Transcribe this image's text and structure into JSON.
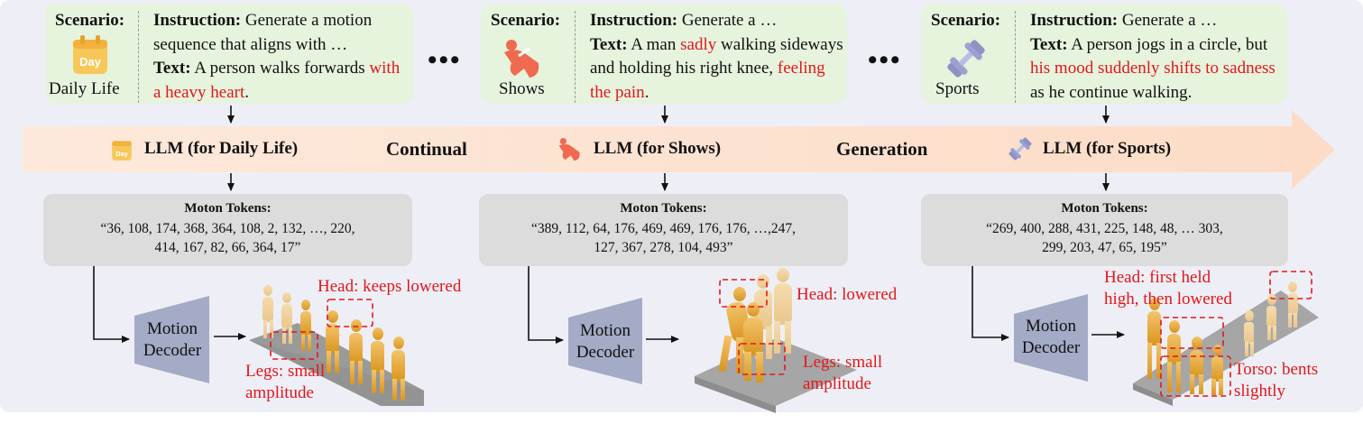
{
  "colors": {
    "highlight": "#e4161a",
    "scenario_bg": "#e6f3dd",
    "tokens_bg": "#dcdcdc",
    "arrow": "#fde3d3",
    "decoder": "#a3abc6"
  },
  "scenario_label": "Scenario:",
  "scenarios": [
    {
      "name": "Daily Life",
      "icon": "calendar-day-icon",
      "icon_text": "Day",
      "instruction_label": "Instruction:",
      "instruction": " Generate a motion sequence that aligns with …",
      "text_label": "Text:",
      "text_plain": " A person walks forwards ",
      "text_red": "with a heavy heart",
      "text_end": "."
    },
    {
      "name": "Shows",
      "icon": "dancer-icon",
      "instruction_label": "Instruction:",
      "instruction": " Generate a …",
      "text_label": "Text:",
      "text_plain": " A man ",
      "text_red": "sadly",
      "text_mid": " walking sideways and holding his right knee, ",
      "text_red2": "feeling the pain",
      "text_end": "."
    },
    {
      "name": "Sports",
      "icon": "dumbbell-icon",
      "instruction_label": "Instruction:",
      "instruction": " Generate a …",
      "text_label": "Text:",
      "text_plain": " A person jogs in a circle, but ",
      "text_red": "his mood suddenly shifts to sadness",
      "text_end": " as he continue walking."
    }
  ],
  "ellipsis": "•••",
  "llm_labels": [
    "LLM (for Daily Life)",
    "LLM (for Shows)",
    "LLM (for Sports)"
  ],
  "stage_words": [
    "Continual",
    "Generation"
  ],
  "tokens_title": "Moton Tokens:",
  "tokens": [
    [
      "“36, 108, 174, 368, 364, 108, 2, 132, …, 220,",
      "414, 167, 82, 66, 364, 17”"
    ],
    [
      "“389, 112, 64, 176, 469, 469, 176, 176, …,247,",
      "127, 367, 278, 104, 493”"
    ],
    [
      "“269, 400, 288, 431, 225, 148, 48, … 303,",
      "299, 203, 47, 65, 195”"
    ]
  ],
  "decoder_line1": "Motion",
  "decoder_line2": "Decoder",
  "annotations": {
    "daily": {
      "head": "Head: keeps lowered",
      "legs1": "Legs: small",
      "legs2": "amplitude"
    },
    "shows": {
      "head": "Head: lowered",
      "legs1": "Legs: small",
      "legs2": "amplitude"
    },
    "sports": {
      "head1": "Head: first held",
      "head2": "high, then lowered",
      "torso1": "Torso: bents",
      "torso2": "slightly"
    }
  }
}
